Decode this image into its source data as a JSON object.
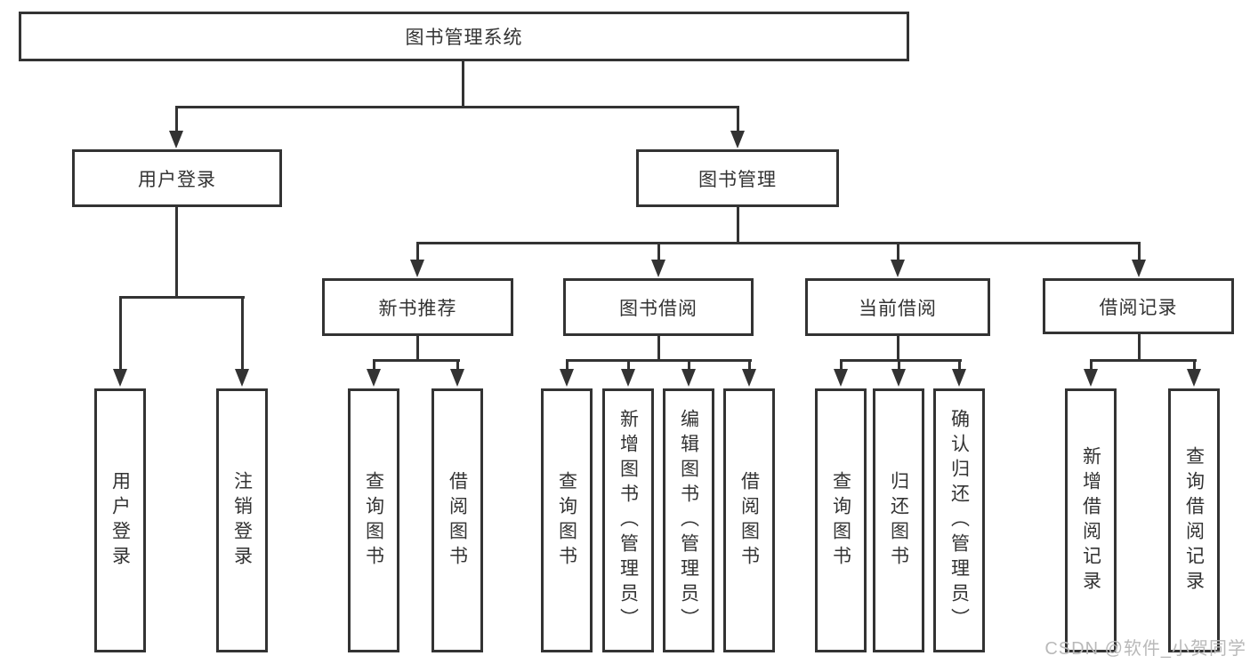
{
  "diagram": {
    "title": "图书管理系统",
    "watermark": "CSDN @软件_小贺同学",
    "colors": {
      "line": "#333333",
      "text": "#333333",
      "watermark": "#b9b9b9",
      "background": "#ffffff"
    },
    "root": {
      "label": "图书管理系统"
    },
    "branches": [
      {
        "label": "用户登录",
        "children": [
          "用户登录",
          "注销登录"
        ]
      },
      {
        "label": "图书管理",
        "children": [
          {
            "label": "新书推荐",
            "children": [
              "查询图书",
              "借阅图书"
            ]
          },
          {
            "label": "图书借阅",
            "children": [
              "查询图书",
              "新增图书（管理员）",
              "编辑图书（管理员）",
              "借阅图书"
            ]
          },
          {
            "label": "当前借阅",
            "children": [
              "查询图书",
              "归还图书",
              "确认归还（管理员）"
            ]
          },
          {
            "label": "借阅记录",
            "children": [
              "新增借阅记录",
              "查询借阅记录"
            ]
          }
        ]
      }
    ]
  }
}
